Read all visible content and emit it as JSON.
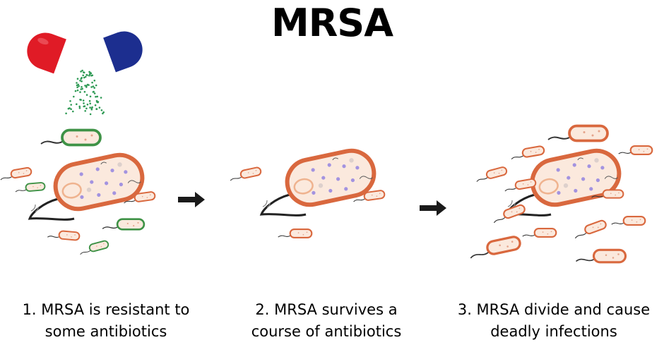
{
  "title": "MRSA",
  "colors": {
    "resistant_outline": "#d9683e",
    "susceptible_outline": "#3e9246",
    "cell_fill": "#fbe9dd",
    "dot": "#a393e0",
    "capsule_red": "#e01b26",
    "capsule_blue": "#1c2e8f",
    "antibiotic_particles": "#2f9a55",
    "arrow": "#1a1a1a"
  },
  "icons": [
    "antibiotic-capsule-icon",
    "arrow-right-icon",
    "bacterium-icon"
  ],
  "steps": [
    {
      "line1": "1.  MRSA is resistant to",
      "line2": "some antibiotics"
    },
    {
      "line1": "2.  MRSA survives a",
      "line2": "course of antibiotics"
    },
    {
      "line1": "3.  MRSA divide and cause",
      "line2": "deadly infections"
    }
  ]
}
